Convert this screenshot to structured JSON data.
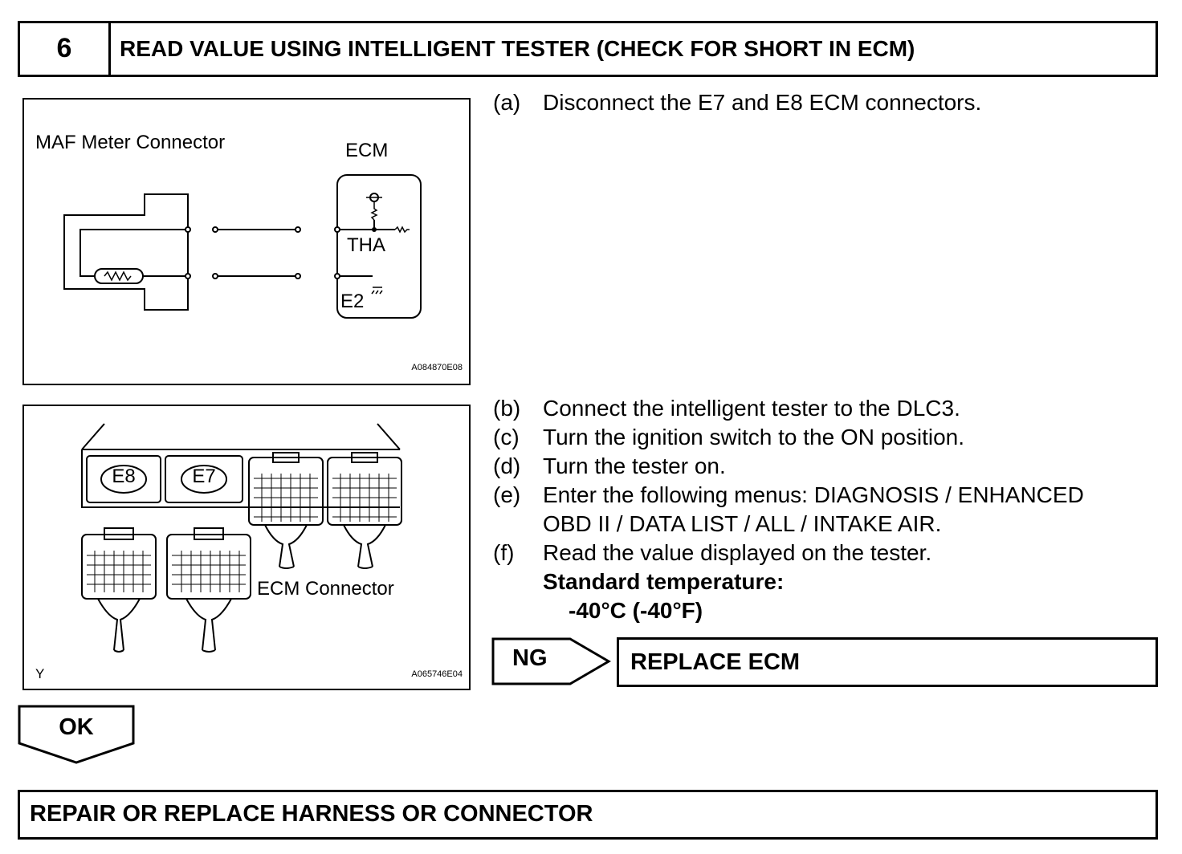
{
  "step": {
    "number": "6",
    "title": "READ VALUE USING INTELLIGENT TESTER (CHECK FOR SHORT IN ECM)"
  },
  "figure1": {
    "maf_label": "MAF Meter Connector",
    "ecm_label": "ECM",
    "tha_label": "THA",
    "e2_label": "E2",
    "code": "A084870E08"
  },
  "figure2": {
    "e8_label": "E8",
    "e7_label": "E7",
    "connector_label": "ECM Connector",
    "corner_label": "Y",
    "code": "A065746E04"
  },
  "instructions": [
    {
      "label": "(a)",
      "text": "Disconnect the E7 and E8 ECM connectors."
    },
    {
      "label": "(b)",
      "text": "Connect the intelligent tester to the DLC3."
    },
    {
      "label": "(c)",
      "text": "Turn the ignition switch to the ON position."
    },
    {
      "label": "(d)",
      "text": "Turn the tester on."
    },
    {
      "label": "(e)",
      "text": "Enter the following menus: DIAGNOSIS / ENHANCED",
      "text2": "OBD II / DATA LIST / ALL / INTAKE AIR."
    },
    {
      "label": "(f)",
      "text": "Read the value displayed on the tester."
    }
  ],
  "standard": {
    "heading": "Standard temperature:",
    "value": "-40°C (-40°F)"
  },
  "ng": {
    "label": "NG",
    "result": "REPLACE ECM"
  },
  "ok": {
    "label": "OK"
  },
  "final": {
    "text": "REPAIR OR REPLACE HARNESS OR CONNECTOR"
  }
}
